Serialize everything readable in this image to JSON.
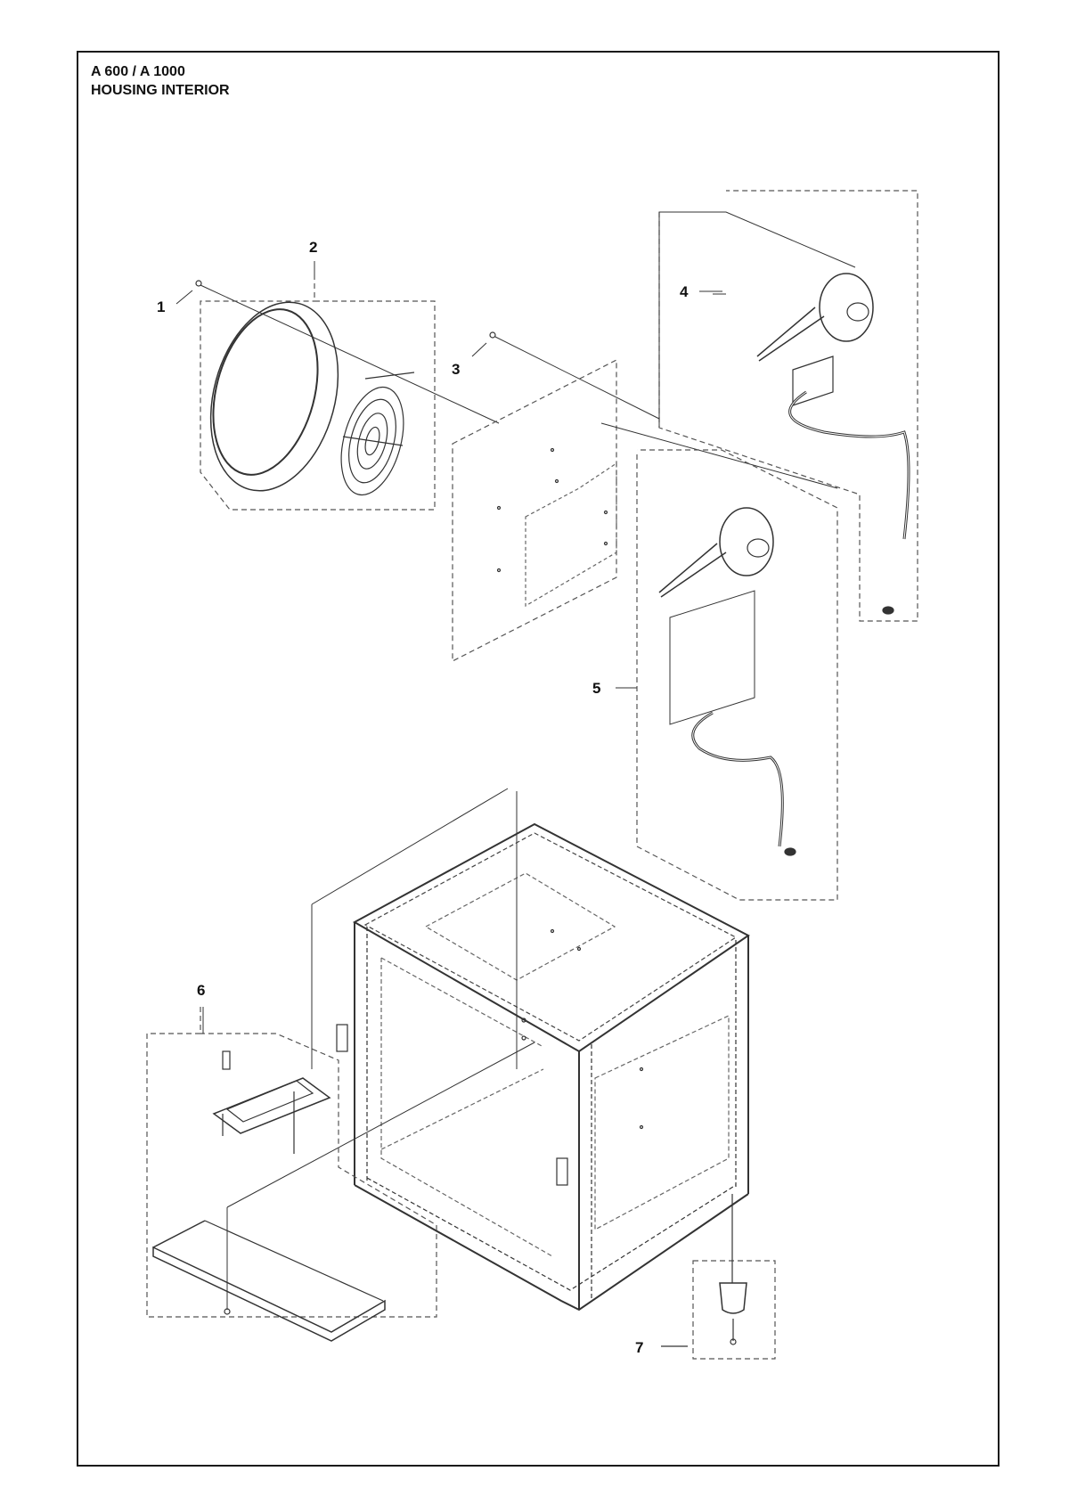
{
  "header": {
    "model": "A 600 / A 1000",
    "title": "HOUSING INTERIOR"
  },
  "callouts": [
    "1",
    "2",
    "3",
    "4",
    "5",
    "6",
    "7"
  ],
  "colors": {
    "line": "#1a1a1a",
    "dash": "#555555",
    "part": "#333333"
  }
}
